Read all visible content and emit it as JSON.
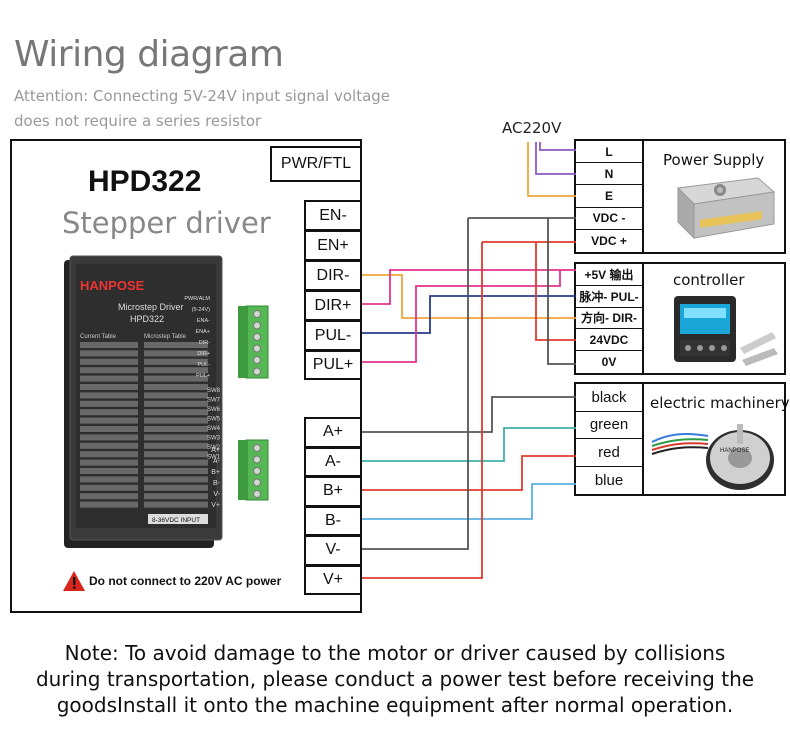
{
  "header": {
    "title_light": "Wiring",
    "title_bold": "diagram",
    "attention_line1": "Attention: Connecting 5V-24V input signal voltage",
    "attention_line2": "does not require a series resistor"
  },
  "ac_label": "AC220V",
  "driver": {
    "model": "HPD322",
    "subtitle": "Stepper driver",
    "pwr_label": "PWR/FTL",
    "signal_terminals": [
      "EN-",
      "EN+",
      "DIR-",
      "DIR+",
      "PUL-",
      "PUL+"
    ],
    "motor_terminals": [
      "A+",
      "A-",
      "B+",
      "B-",
      "V-",
      "V+"
    ],
    "warning": "Do not connect to 220V AC power",
    "photo": {
      "brand": "HANPOSE",
      "line1": "Microstep Driver",
      "line2": "HPD322",
      "current_table": "Current Table",
      "microstep_table": "Microstep Table",
      "top_pins": [
        "PWR/ALM",
        "(5-24V)",
        "ENA-",
        "ENA+",
        "DIR-",
        "DIR+",
        "PUL-",
        "PUL+"
      ],
      "switches": [
        "SW8",
        "SW7",
        "SW6",
        "SW5",
        "SW4",
        "SW3",
        "SW2",
        "SW1"
      ],
      "motor_pins": [
        "A+",
        "A-",
        "B+",
        "B-",
        "V-",
        "V+"
      ],
      "footer": "8-36VDC INPUT"
    }
  },
  "power_supply": {
    "label": "Power Supply",
    "terminals": [
      "L",
      "N",
      "E",
      "VDC -",
      "VDC +"
    ]
  },
  "controller": {
    "label": "controller",
    "terminals": [
      "+5V 输出",
      "脉冲- PUL-",
      "方向- DIR-",
      "24VDC",
      "0V"
    ]
  },
  "motor": {
    "label": "electric machinery",
    "terminals": [
      "black",
      "green",
      "red",
      "blue"
    ],
    "brand": "HANPOSE"
  },
  "colors": {
    "orange": "#f0a53a",
    "purple": "#8a5cc4",
    "red": "#e23b2e",
    "magenta": "#e0348f",
    "navy": "#2a3a8c",
    "teal": "#3fb1a5",
    "blue": "#5ab0e0",
    "gray": "#555555",
    "green_terminal": "#55b855"
  },
  "note": "Note: To avoid damage to the motor or driver caused by collisions during transportation, please conduct a power test before receiving the goodsInstall it onto the machine equipment after normal operation."
}
